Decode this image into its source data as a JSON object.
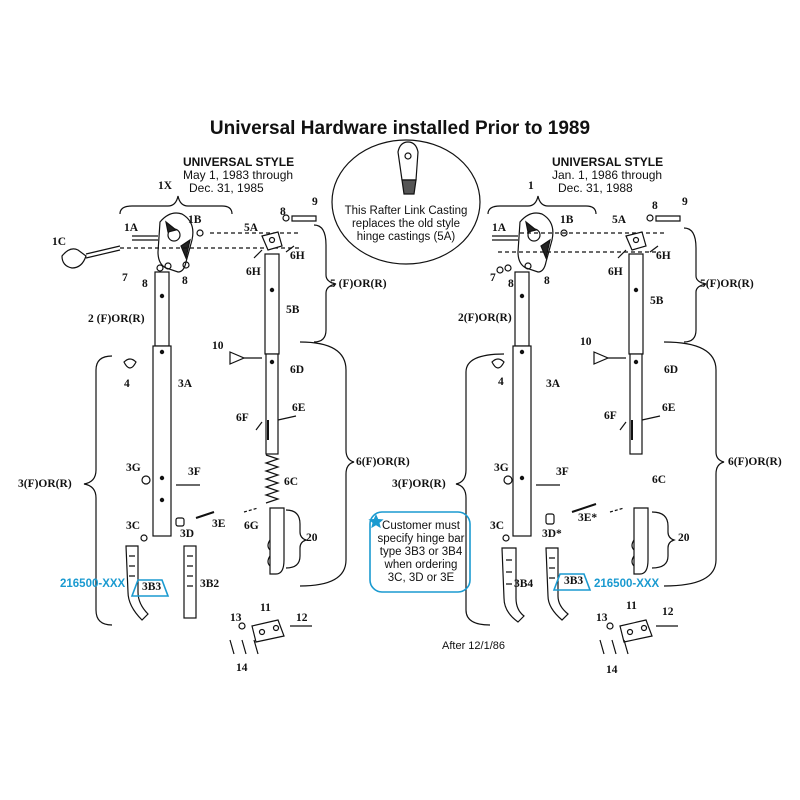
{
  "title": "Universal Hardware installed Prior to 1989",
  "left": {
    "style_title": "UNIVERSAL STYLE",
    "date_line1": "May 1, 1983  through",
    "date_line2": "Dec. 31, 1985",
    "labels": {
      "p1x": "1X",
      "p1a": "1A",
      "p1b": "1B",
      "p1c": "1C",
      "p7": "7",
      "p8a": "8",
      "p8b": "8",
      "p8c": "8",
      "p9": "9",
      "p5a": "5A",
      "p6h_a": "6H",
      "p6h_b": "6H",
      "p5": "5 (F)OR(R)",
      "p5b": "5B",
      "p2": "2 (F)OR(R)",
      "p10": "10",
      "p6d": "6D",
      "p4": "4",
      "p3a": "3A",
      "p6f": "6F",
      "p6e": "6E",
      "p6": "6(F)OR(R)",
      "p3": "3(F)OR(R)",
      "p3g": "3G",
      "p3f": "3F",
      "p6c": "6C",
      "p3c": "3C",
      "p3e": "3E",
      "p6g": "6G",
      "p3d": "3D",
      "p20": "20",
      "p3b3": "3B3",
      "p3b2": "3B2",
      "p11": "11",
      "p13": "13",
      "p12": "12",
      "p14": "14"
    },
    "part_number": "216500-XXX"
  },
  "center_note": {
    "line1": "This Rafter Link Casting",
    "line2": "replaces the old style",
    "line3": "hinge castings (5A)"
  },
  "right": {
    "style_title": "UNIVERSAL STYLE",
    "date_line1": "Jan. 1, 1986  through",
    "date_line2": "Dec. 31, 1988",
    "labels": {
      "p1": "1",
      "p1a": "1A",
      "p1b": "1B",
      "p7": "7",
      "p8a": "8",
      "p8b": "8",
      "p8c": "8",
      "p9": "9",
      "p5a": "5A",
      "p6h_a": "6H",
      "p6h_b": "6H",
      "p5": "5(F)OR(R)",
      "p5b": "5B",
      "p2": "2(F)OR(R)",
      "p10": "10",
      "p6d": "6D",
      "p4": "4",
      "p3a": "3A",
      "p6f": "6F",
      "p6e": "6E",
      "p6": "6(F)OR(R)",
      "p3": "3(F)OR(R)",
      "p3g": "3G",
      "p3f": "3F",
      "p6c": "6C",
      "p3c": "3C",
      "p3d": "3D*",
      "p3e": "3E*",
      "p20": "20",
      "p3b4": "3B4",
      "p3b3": "3B3",
      "p11": "11",
      "p13": "13",
      "p12": "12",
      "p14": "14"
    },
    "part_number": "216500-XXX",
    "customer_note": {
      "line1": "Customer must",
      "line2": "specify hinge bar",
      "line3": "type 3B3 or 3B4",
      "line4": "when ordering",
      "line5": "3C, 3D or 3E"
    },
    "after_note": "After 12/1/86"
  },
  "colors": {
    "accent": "#1a9ad0",
    "ink": "#111111"
  }
}
